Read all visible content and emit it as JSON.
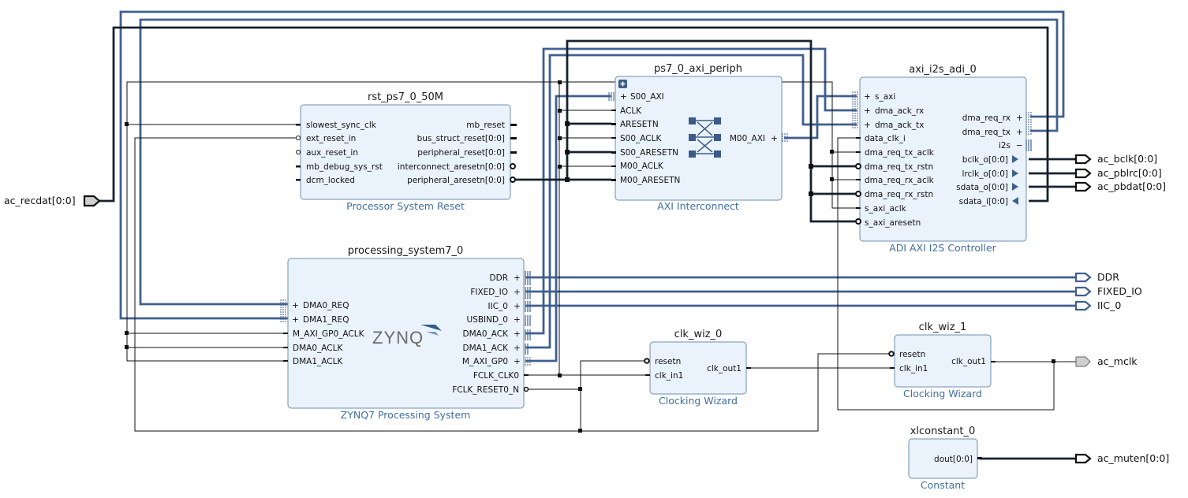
{
  "diagram": {
    "blocks": {
      "rst": {
        "title": "rst_ps7_0_50M",
        "subtitle": "Processor System Reset",
        "left_pins": [
          "slowest_sync_clk",
          "ext_reset_in",
          "aux_reset_in",
          "mb_debug_sys_rst",
          "dcm_locked"
        ],
        "right_pins": [
          "mb_reset",
          "bus_struct_reset[0:0]",
          "peripheral_reset[0:0]",
          "interconnect_aresetn[0:0]",
          "peripheral_aresetn[0:0]"
        ]
      },
      "periph": {
        "title": "ps7_0_axi_periph",
        "subtitle": "AXI Interconnect",
        "left_pins": [
          "S00_AXI",
          "ACLK",
          "ARESETN",
          "S00_ACLK",
          "S00_ARESETN",
          "M00_ACLK",
          "M00_ARESETN"
        ],
        "right_pins": [
          "M00_AXI"
        ]
      },
      "i2s": {
        "title": "axi_i2s_adi_0",
        "subtitle": "ADI AXI I2S Controller",
        "left_pins": [
          "s_axi",
          "dma_ack_rx",
          "dma_ack_tx",
          "data_clk_i",
          "dma_req_tx_aclk",
          "dma_req_tx_rstn",
          "dma_req_rx_aclk",
          "dma_req_rx_rstn",
          "s_axi_aclk",
          "s_axi_aresetn"
        ],
        "right_pins": [
          "dma_req_rx",
          "dma_req_tx",
          "i2s",
          "bclk_o[0:0]",
          "lrclk_o[0:0]",
          "sdata_o[0:0]",
          "sdata_i[0:0]"
        ]
      },
      "ps7": {
        "title": "processing_system7_0",
        "subtitle": "ZYNQ7 Processing System",
        "logo": "ZYNQ",
        "left_pins": [
          "DMA0_REQ",
          "DMA1_REQ",
          "M_AXI_GP0_ACLK",
          "DMA0_ACLK",
          "DMA1_ACLK"
        ],
        "right_pins": [
          "DDR",
          "FIXED_IO",
          "IIC_0",
          "USBIND_0",
          "DMA0_ACK",
          "DMA1_ACK",
          "M_AXI_GP0",
          "FCLK_CLK0",
          "FCLK_RESET0_N"
        ]
      },
      "clk0": {
        "title": "clk_wiz_0",
        "subtitle": "Clocking Wizard",
        "left_pins": [
          "resetn",
          "clk_in1"
        ],
        "right_pins": [
          "clk_out1"
        ]
      },
      "clk1": {
        "title": "clk_wiz_1",
        "subtitle": "Clocking Wizard",
        "left_pins": [
          "resetn",
          "clk_in1"
        ],
        "right_pins": [
          "clk_out1"
        ]
      },
      "xlc": {
        "title": "xlconstant_0",
        "subtitle": "Constant",
        "right_pins": [
          "dout[0:0]"
        ]
      }
    },
    "ports": {
      "in_recdat": "ac_recdat[0:0]",
      "bclk": "ac_bclk[0:0]",
      "pblrc": "ac_pblrc[0:0]",
      "pbdat": "ac_pbdat[0:0]",
      "ddr": "DDR",
      "fixed_io": "FIXED_IO",
      "iic": "IIC_0",
      "mclk": "ac_mclk",
      "muten": "ac_muten[0:0]"
    },
    "colors": {
      "block_fill": "#eaf2fb",
      "block_border": "#6f8fb0",
      "interface_wire": "#3f5f8f",
      "bus_wire": "#16212f",
      "subtitle_text": "#3f6fa0"
    }
  }
}
